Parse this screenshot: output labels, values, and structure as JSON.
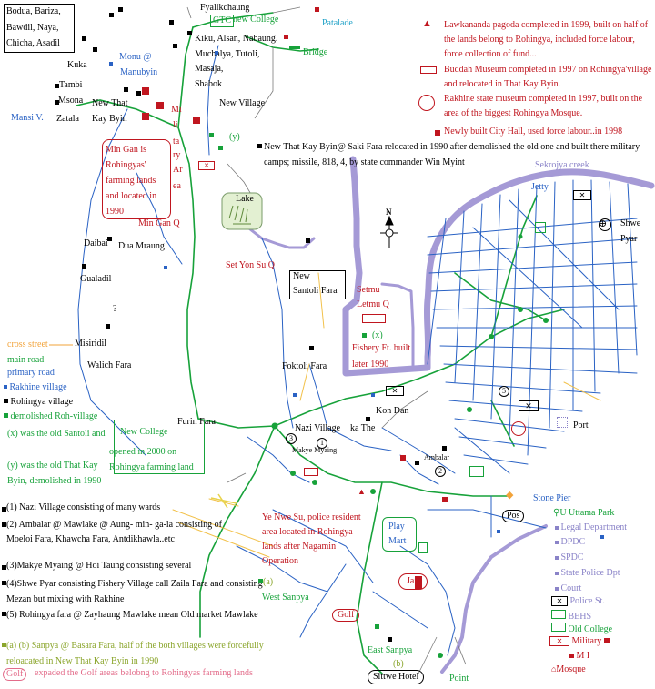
{
  "places": {
    "fyalikchaung": "Fyalikchaung",
    "gtc": "GTC",
    "new_college_top": "new College",
    "patalade": "Patalade",
    "bridge": "Bridge",
    "villages_nw": [
      "Bodua, Bariza,",
      "Bawdil, Naya,",
      "Chicha, Asadil"
    ],
    "villages_n": [
      "Kiku, Alsan, Nabaung.",
      "Muchalya, Tutoli,",
      "Masaja,",
      "Shabok"
    ],
    "monu": "Monu @",
    "manubyin": "Manubyin",
    "kuka": "Kuka",
    "tambi": "Tambi",
    "msona": "Msona",
    "zatala": "Zatala",
    "mansi_v": "Mansi V.",
    "new_that_kay_byin": [
      "New That",
      "Kay Byin"
    ],
    "military_area": [
      "Mi",
      "li",
      "ta",
      "ry",
      "Ar",
      "ea"
    ],
    "y_mark": "(y)",
    "new_village": "New Village",
    "min_gan_box": "Min Gan is Rohingyas' farming lands and located in 1990",
    "min_gan_q": "Min Gan Q",
    "lake": "Lake",
    "daibai": "Daibai",
    "dua_mraung": "Dua Mraung",
    "set_yon_su_q": "Set Yon Su Q",
    "new_santoli": [
      "New",
      "Santoli Fara"
    ],
    "setmu": [
      "Setmu",
      "Letmu Q"
    ],
    "x_mark": "(x)",
    "fishery": [
      "Fishery Ft. built",
      "later 1990"
    ],
    "gualadil": "Gualadil",
    "question": "?",
    "misiridil": "Misiridil",
    "walich_fara": "Walich Fara",
    "foktoli_fara": "Foktoli Fara",
    "kon_dan": "Kon Dan",
    "nazi_village": "Nazi Village",
    "ka_the": "ka The",
    "makye_myaing": "Makye Myaing",
    "furin_fara": "Furin Fara",
    "new_college_box": [
      "New College",
      "opened in 2000 on",
      "Rohingya farming land"
    ],
    "ambalar": "Ambalar",
    "port": "Port",
    "shwe_pyar": [
      "Shwe",
      "Pyar"
    ],
    "jetty": "Jetty",
    "sekrojya_creek": "Sekrojya creek",
    "stone_pier": "Stone Pier",
    "pos": "Pos",
    "ye_nwe_su": "Ye Nwe Su, police resident area located in Rohingya lands after Nagamin Operation",
    "play_mart": [
      "Play",
      "Mart"
    ],
    "jail": "Jail",
    "west_sanpya": "West Sanpya",
    "a_mark": "(a)",
    "golf": "Golf",
    "east_sanpya": "East Sanpya",
    "b_mark": "(b)",
    "sittwe_hotel": "Sittwe Hotel",
    "point": "Point",
    "relocation_note": "New That Kay Byin@ Saki Fara relocated in 1990 after demolished the old one and built there military camps; missile, 818, 4, by state commander Win Myint",
    "north": "N",
    "num1": "1",
    "num2": "2",
    "num3": "3",
    "num5": "5"
  },
  "top_notes": [
    {
      "text": "Lawkananda pagoda completed in 1999, built on half of the lands belong to Rohingya, included force labour, force collection of fund...",
      "icon": "pagoda-icon"
    },
    {
      "text": "Buddah Museum completed in 1997 on Rohingya'village and relocated in That Kay Byin.",
      "icon": "museum-icon"
    },
    {
      "text": "Rakhine state museum completed in 1997, built on the area of the biggest Rohingya Mosque.",
      "icon": "state-museum-icon"
    },
    {
      "text": "Newly built City Hall, used force labour..in 1998",
      "icon": "city-hall-icon"
    }
  ],
  "left_legend": [
    {
      "text": "cross street",
      "color": "#f2a33a"
    },
    {
      "text": "main road",
      "color": "#17a23a"
    },
    {
      "text": "primary road",
      "color": "#2a62c4"
    },
    {
      "text": "Rakhine village",
      "color": "#2a62c4"
    },
    {
      "text": "Rohingya village",
      "color": "#000000"
    },
    {
      "text": "demolished Roh-village",
      "color": "#17a23a"
    },
    {
      "text": "(x) was the old Santoli and",
      "color": "#17a23a"
    },
    {
      "text": "(y) was the old That Kay Byin, demolished in 1990",
      "color": "#17a23a"
    }
  ],
  "bottom_notes": [
    {
      "text": "(1) Nazi Village consisting of many  wards",
      "color": "#000000"
    },
    {
      "text": "(2) Ambalar @ Mawlake @ Aung- min- ga-la consisting of Moeloi Fara, Khawcha Fara, Antdikhawla..etc",
      "color": "#000000"
    },
    {
      "text": "(3)Makye Myaing @ Hoi Taung consisting several",
      "color": "#000000"
    },
    {
      "text": "(4)Shwe Pyar consisting Fishery Village call Zaila Fara and consisting Mezan but mixing with Rakhine",
      "color": "#000000"
    },
    {
      "text": "(5) Rohingya fara @ Zayhaung Mawlake mean Old market Mawlake",
      "color": "#000000"
    },
    {
      "text": "(a) (b) Sanpya @ Basara Fara, half of the both villages were forcefully reloacated in New That Kay Byin in 1990",
      "color": "#8aa52b"
    },
    {
      "text": "expaded the Golf areas belobng to Rohingyas farming lands",
      "color": "#e36c8a",
      "badge": "Golf"
    }
  ],
  "right_legend": [
    {
      "label": "U Uttama Park",
      "color": "#17a23a",
      "icon": "park-icon"
    },
    {
      "label": "Legal  Department",
      "color": "#8a83c8",
      "icon": "legal-dept-icon"
    },
    {
      "label": "DPDC",
      "color": "#8a83c8",
      "icon": "dpdc-icon"
    },
    {
      "label": "SPDC",
      "color": "#8a83c8",
      "icon": "spdc-icon"
    },
    {
      "label": "State Police Dpt",
      "color": "#8a83c8",
      "icon": "state-police-icon"
    },
    {
      "label": "Court",
      "color": "#8a83c8",
      "icon": "court-icon"
    },
    {
      "label": "Police St.",
      "color": "#8a83c8",
      "icon": "police-station-icon"
    },
    {
      "label": "BEHS",
      "color": "#8a83c8",
      "icon": "behs-icon"
    },
    {
      "label": "Old College",
      "color": "#17a23a",
      "icon": "old-college-icon"
    },
    {
      "label": "Military",
      "color": "#c0161f",
      "icon": "military-icon"
    },
    {
      "label": "M I",
      "color": "#c0161f",
      "icon": "mi-icon"
    },
    {
      "label": "Mosque",
      "color": "#c0161f",
      "icon": "mosque-icon"
    }
  ],
  "colors": {
    "creek": "#a59ad6",
    "main_road": "#17a23a",
    "primary_road": "#2a62c4",
    "annotation": "#c0161f"
  }
}
